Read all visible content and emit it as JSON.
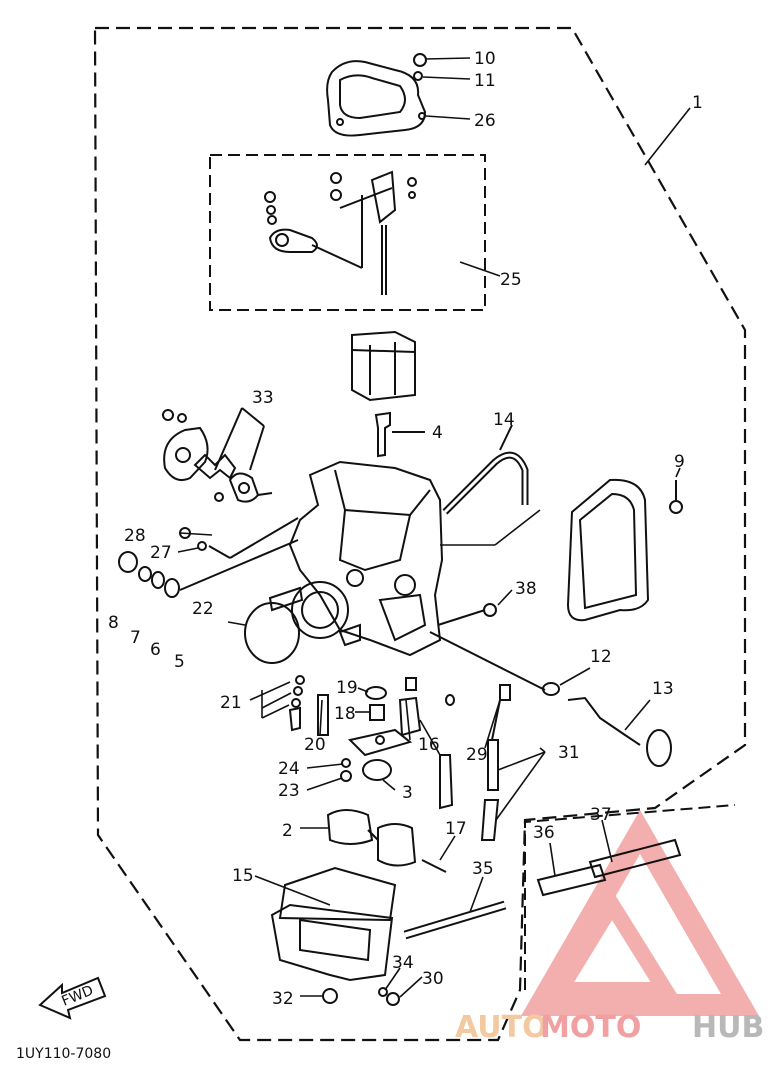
{
  "diagram": {
    "reference_code": "1UY110-7080",
    "fwd_label": "FWD",
    "callouts": {
      "n1": "1",
      "n2": "2",
      "n3": "3",
      "n4": "4",
      "n5": "5",
      "n6": "6",
      "n7": "7",
      "n8": "8",
      "n9": "9",
      "n10": "10",
      "n11": "11",
      "n12": "12",
      "n13": "13",
      "n14": "14",
      "n15": "15",
      "n16": "16",
      "n17": "17",
      "n18": "18",
      "n19": "19",
      "n20": "20",
      "n21": "21",
      "n22": "22",
      "n23": "23",
      "n24": "24",
      "n25": "25",
      "n26": "26",
      "n27": "27",
      "n28": "28",
      "n29": "29",
      "n30": "30",
      "n31": "31",
      "n32": "32",
      "n33": "33",
      "n34": "34",
      "n35": "35",
      "n36": "36",
      "n37": "37",
      "n38": "38"
    }
  },
  "watermark": {
    "part1": "AUTO",
    "part2": "MOTO",
    "part3": "HUB",
    "colors": {
      "auto": "#f3c9a2",
      "moto": "#f0a0a0",
      "hub": "#b8b8b8",
      "triangle": "#f2a0a0"
    }
  }
}
